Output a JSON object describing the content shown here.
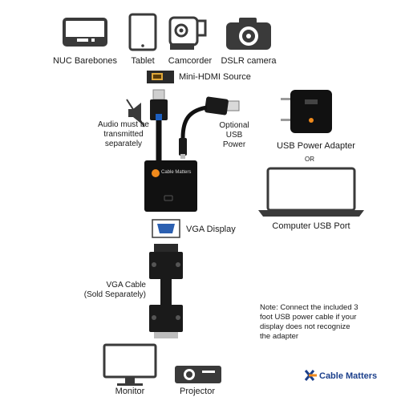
{
  "devices": {
    "nuc": "NUC Barebones",
    "tablet": "Tablet",
    "camcorder": "Camcorder",
    "dslr": "DSLR camera"
  },
  "source_label": "Mini-HDMI Source",
  "audio_note": [
    "Audio must be",
    "transmitted",
    "separately"
  ],
  "usb_power_label": [
    "Optional",
    "USB",
    "Power"
  ],
  "adapter_brand_text": "Cable Matters",
  "usb_power_adapter": "USB Power Adapter",
  "or_text": "OR",
  "computer_usb_port": "Computer USB Port",
  "vga_display": "VGA Display",
  "vga_cable": [
    "VGA Cable",
    "(Sold Separately)"
  ],
  "note": "Note: Connect the included 3 foot USB power cable if your display does not recognize the adapter",
  "outputs": {
    "monitor": "Monitor",
    "projector": "Projector"
  },
  "brand": "Cable Matters",
  "colors": {
    "icon_dark": "#3a3a3a",
    "adapter_black": "#111111",
    "brand_blue": "#1b3f8b",
    "brand_orange": "#f08a1c",
    "vga_blue": "#2b5fb0"
  }
}
